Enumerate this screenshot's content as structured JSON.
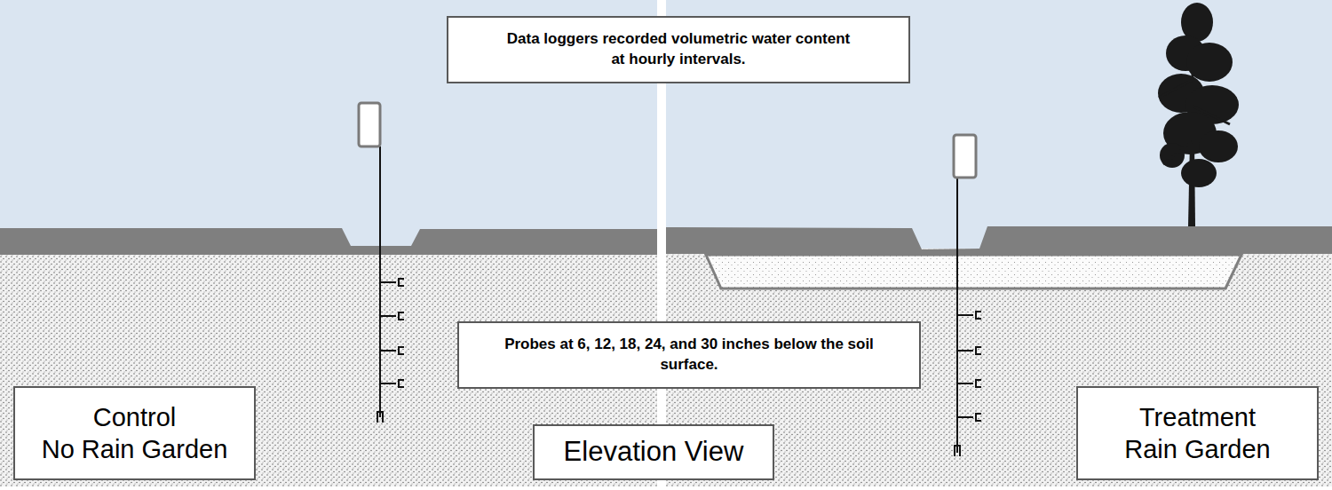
{
  "diagram": {
    "nodes": [
      {
        "text": [
          "Data loggers recorded volumetric water content at hourly intervals."
        ]
      },
      {
        "text": [
          "Probes at 6, 12, 18, 24, and 30 inches below the soil surface."
        ]
      },
      {
        "text": [
          "Control",
          "No Rain Garden"
        ]
      },
      {
        "text": [
          "Elevation View"
        ]
      },
      {
        "text": [
          "Treatment",
          "Rain Garden"
        ]
      }
    ]
  }
}
